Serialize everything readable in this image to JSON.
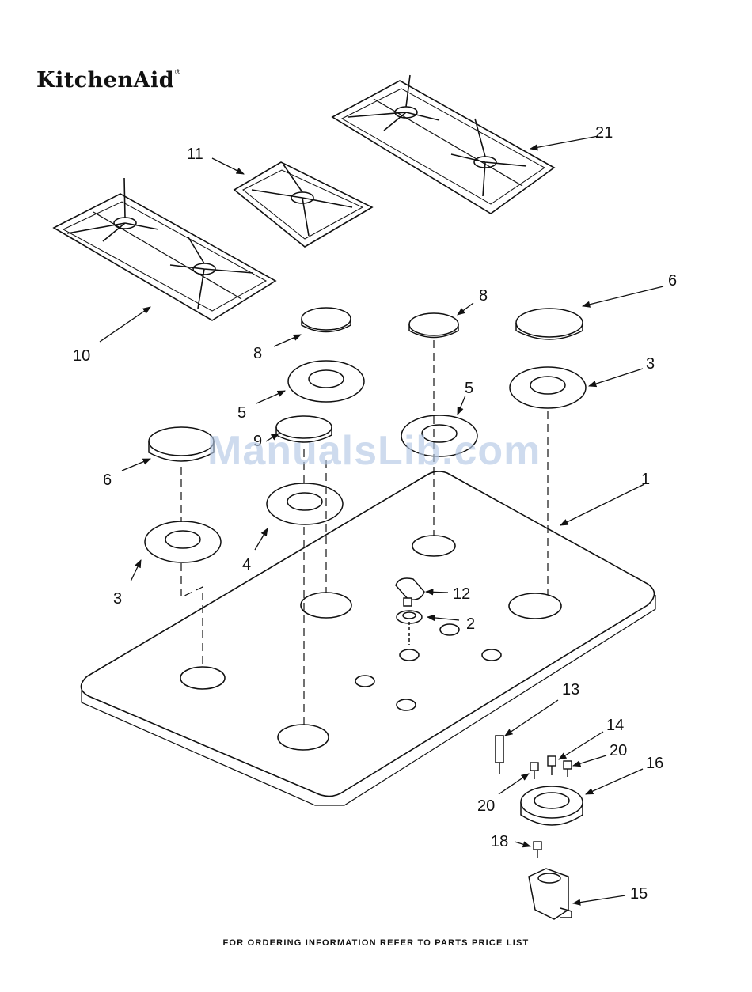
{
  "brand": {
    "name": "KitchenAid",
    "mark": "®"
  },
  "watermark": "ManualsLib.com",
  "footer": "FOR ORDERING INFORMATION REFER TO PARTS PRICE LIST",
  "callouts": {
    "c1": "1",
    "c2": "2",
    "c3a": "3",
    "c3b": "3",
    "c4": "4",
    "c5a": "5",
    "c5b": "5",
    "c6a": "6",
    "c6b": "6",
    "c8a": "8",
    "c8b": "8",
    "c9": "9",
    "c10": "10",
    "c11": "11",
    "c12": "12",
    "c13": "13",
    "c14": "14",
    "c15": "15",
    "c16": "16",
    "c18": "18",
    "c20a": "20",
    "c20b": "20",
    "c21": "21"
  }
}
